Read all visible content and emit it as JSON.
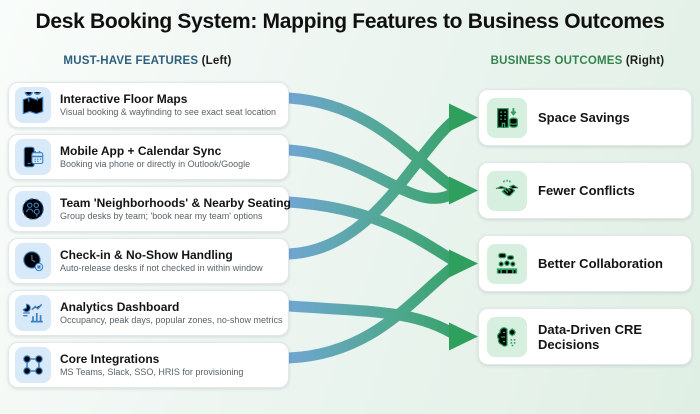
{
  "title": "Desk Booking System: Mapping Features to Business Outcomes",
  "features_header": {
    "label": "MUST-HAVE FEATURES",
    "suffix": " (Left)",
    "color": "#2d5f7d"
  },
  "outcomes_header": {
    "label": "BUSINESS OUTCOMES",
    "suffix": " (Right)",
    "color": "#35834e"
  },
  "features": [
    {
      "title": "Interactive Floor Maps",
      "subtitle": "Visual booking & wayfinding to see exact seat location",
      "icon": "floor-map-icon"
    },
    {
      "title": "Mobile App + Calendar Sync",
      "subtitle": "Booking via phone or directly in Outlook/Google",
      "icon": "phone-calendar-icon"
    },
    {
      "title": "Team 'Neighborhoods' & Nearby Seating",
      "subtitle": "Group desks by team; 'book near my team' options",
      "icon": "team-pin-icon"
    },
    {
      "title": "Check-in & No-Show Handling",
      "subtitle": "Auto-release desks if not checked in within window",
      "icon": "clock-cancel-icon"
    },
    {
      "title": "Analytics Dashboard",
      "subtitle": "Occupancy, peak days, popular zones, no-show metrics",
      "icon": "analytics-icon"
    },
    {
      "title": "Core Integrations",
      "subtitle": "MS Teams, Slack, SSO, HRIS for provisioning",
      "icon": "integrations-icon"
    }
  ],
  "outcomes": [
    {
      "label": "Space Savings",
      "icon": "building-savings-icon"
    },
    {
      "label": "Fewer Conflicts",
      "icon": "handshake-icon"
    },
    {
      "label": "Better Collaboration",
      "icon": "meeting-icon"
    },
    {
      "label": "Data-Driven CRE Decisions",
      "icon": "brain-data-icon"
    }
  ],
  "connections": [
    {
      "from": 0,
      "to": 1,
      "approach": "above"
    },
    {
      "from": 1,
      "to": 1,
      "approach": "below"
    },
    {
      "from": 2,
      "to": 2,
      "approach": "above"
    },
    {
      "from": 3,
      "to": 0,
      "approach": "below"
    },
    {
      "from": 4,
      "to": 3,
      "approach": "above"
    },
    {
      "from": 5,
      "to": 2,
      "approach": "below"
    }
  ],
  "colors": {
    "arrow_start": "#6fa6d2",
    "arrow_mid": "#4fa88f",
    "arrow_end": "#2f9f5e",
    "arrowhead": "#2f9f5e",
    "feature_icon": "#3b82c4",
    "outcome_icon": "#2f9e5f"
  }
}
